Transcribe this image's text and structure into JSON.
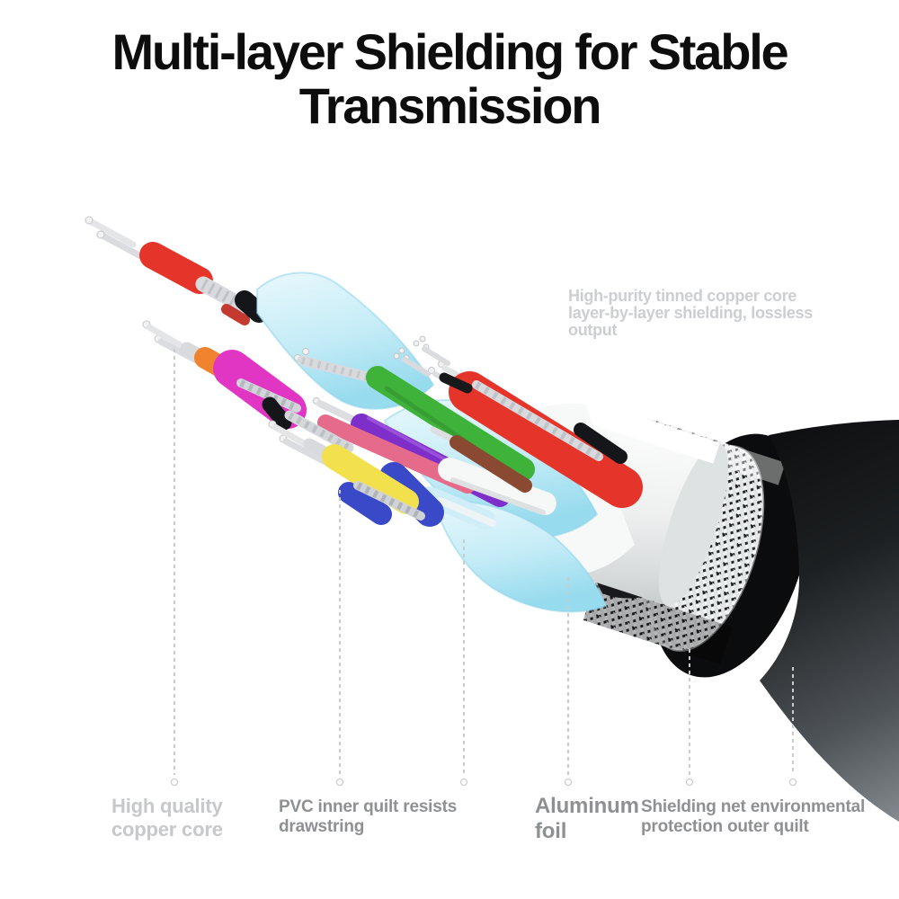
{
  "title": {
    "lines": [
      "Multi-layer Shielding for Stable",
      "Transmission"
    ],
    "color": "#0d0d0e"
  },
  "top_note": {
    "lines": [
      "High-purity tinned copper core",
      "layer-by-layer shielding, lossless",
      "output"
    ],
    "color": "#ccced1"
  },
  "callouts": [
    {
      "id": "copper-core",
      "text": "High quality copper core",
      "color": "#c6c8ca"
    },
    {
      "id": "pvc-inner",
      "text": "PVC inner quilt resists drawstring",
      "color": "#8e9193"
    },
    {
      "id": "aluminum-foil",
      "text": "Aluminum foil",
      "color": "#8e9193"
    },
    {
      "id": "shielding-net",
      "text": "Shielding net environmental protection outer quilt",
      "color": "#8e9193"
    }
  ],
  "cable": {
    "illustration": "exploded multi-layer cable cutaway",
    "layers": [
      "stranded tinned copper cores",
      "colored wire insulation",
      "PVC inner quilt (light blue)",
      "aluminum foil (white)",
      "braided shielding net",
      "black outer quilt jacket"
    ],
    "wire_colors": {
      "red": "#e5352b",
      "magenta": "#e136c3",
      "orange": "#f2832e",
      "yellow": "#f2e14c",
      "blue": "#3a49c8",
      "green": "#3fb23a",
      "purple": "#7e2fc9",
      "salmon": "#e66a8a",
      "brown": "#8a4a32",
      "tinned_copper": "#d8dade",
      "pvc_cyan": "#c5ecf7",
      "foil_white": "#eef0f0",
      "jacket_black": "#101113"
    },
    "leader_line_color": "#c9ccce"
  }
}
